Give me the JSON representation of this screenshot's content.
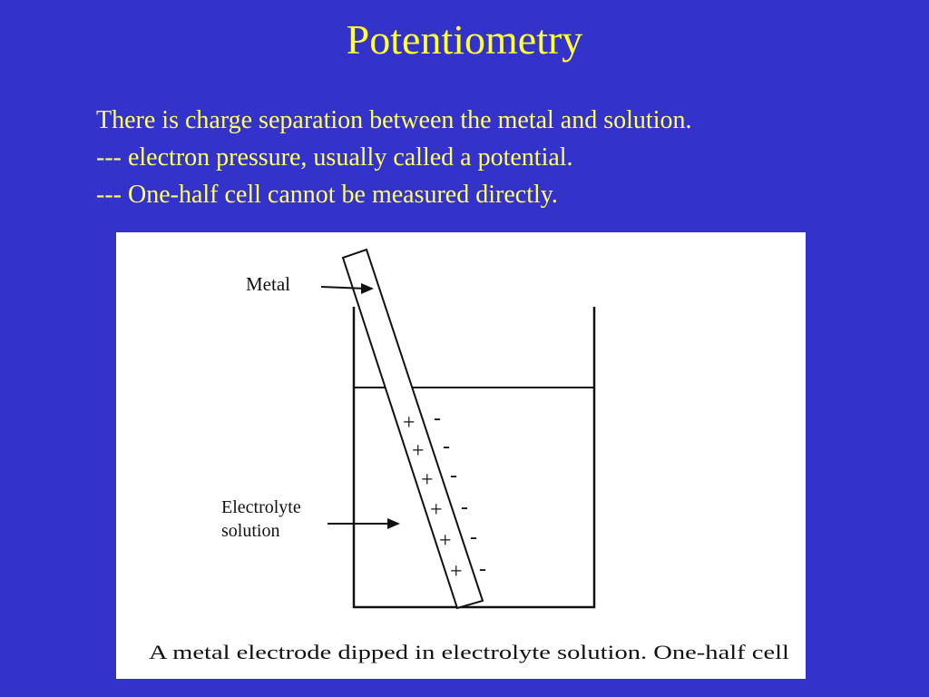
{
  "slide": {
    "title": "Potentiometry",
    "bullets": [
      "There is charge separation between the metal and solution.",
      "--- electron pressure, usually called a potential.",
      "--- One-half cell cannot be measured directly."
    ]
  },
  "diagram": {
    "metal_label": "Metal",
    "electrolyte_label_line1": "Electrolyte",
    "electrolyte_label_line2": "solution",
    "caption": "A metal electrode dipped in electrolyte solution. One-half cell",
    "plus_sign": "+",
    "minus_sign": "-"
  }
}
